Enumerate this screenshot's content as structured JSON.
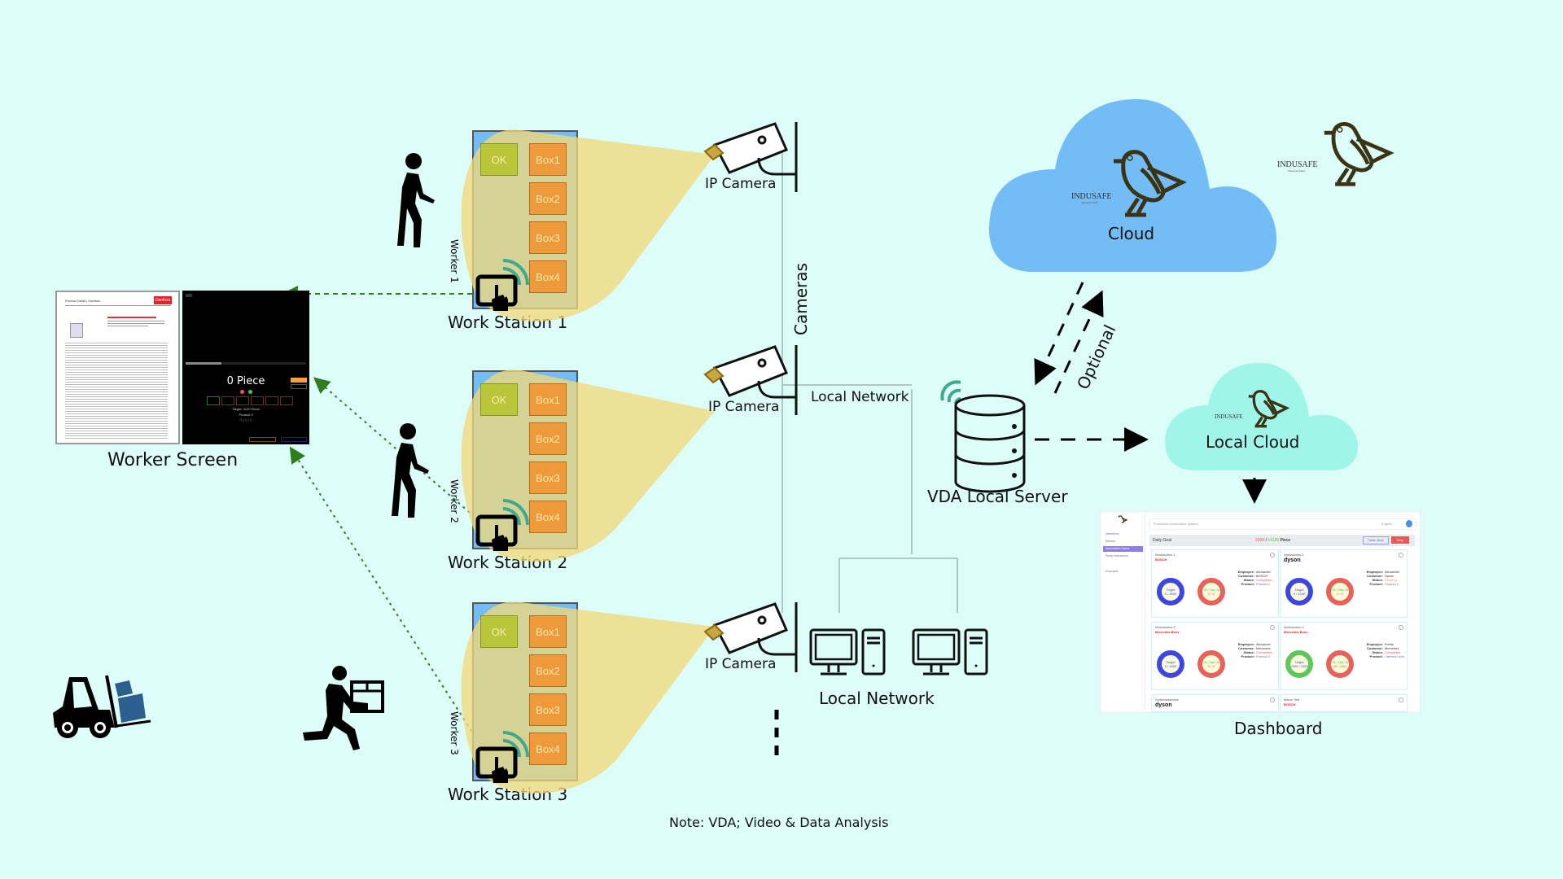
{
  "colors": {
    "background": "#dcfdf8",
    "workstation_fill": "#74bcf5",
    "box_fill": "#ee9a3b",
    "ok_fill": "#b9c63a",
    "camera_beam": "#f1d97a",
    "cloud": "#74bcf5",
    "local_cloud": "#9ff6e8",
    "wifi": "#3fa88e",
    "dotted_link": "#2e7d1f",
    "logo": "#3a3416"
  },
  "worker_screen": {
    "label": "Worker Screen",
    "document_title": "Product Detail | Danfoss",
    "brand": "Danfoss",
    "piece_count": "0 Piece",
    "target": "Target: 4120 Piece",
    "product": "Product 3",
    "customer_logo": "dyson"
  },
  "workstations": [
    {
      "label": "Work Station 1",
      "worker": "Worker 1",
      "ok": "OK",
      "boxes": [
        "Box1",
        "Box2",
        "Box3",
        "Box4"
      ]
    },
    {
      "label": "Work Station 2",
      "worker": "Worker 2",
      "ok": "OK",
      "boxes": [
        "Box1",
        "Box2",
        "Box3",
        "Box4"
      ]
    },
    {
      "label": "Work Station 3",
      "worker": "Worker 3",
      "ok": "OK",
      "boxes": [
        "Box1",
        "Box2",
        "Box3",
        "Box4"
      ]
    }
  ],
  "cameras": [
    {
      "label": "IP Camera"
    },
    {
      "label": "IP Camera"
    },
    {
      "label": "IP Camera"
    }
  ],
  "network": {
    "cameras_label": "Cameras",
    "local_network_top": "Local Network",
    "local_network_bottom": "Local Network"
  },
  "server": {
    "label": "VDA Local Server"
  },
  "cloud": {
    "label": "Cloud",
    "brand": "INDUSAFE",
    "tagline": "Industrial Safety"
  },
  "optional_label": "Optional",
  "logo": {
    "brand": "INDUSAFE",
    "tagline": "Industrial Safety"
  },
  "local_cloud": {
    "label": "Local Cloud",
    "brand": "INDUSAFE",
    "tagline": "Industrial Safety"
  },
  "dashboard": {
    "label": "Dashboard",
    "app_title": "Production Automation System",
    "language": "English",
    "daily_goal_label": "Daily Goal",
    "daily_goal_done": "3300",
    "daily_goal_total": "14180",
    "daily_goal_unit": "Piece",
    "table_view": "Table View",
    "stop": "Stop",
    "sidebar": [
      "Definitions",
      "Reports",
      "Workstation Status",
      "Study Instructions",
      "Employee"
    ],
    "cards": [
      {
        "title": "Workstation-1",
        "customer_logo": "BOSCH",
        "employee": "Alexander",
        "customer": "BOSCH",
        "status": "Completed",
        "product": "Product 1",
        "target": "0 / 3500",
        "ok_notok": "0 / 0"
      },
      {
        "title": "Workstation-2",
        "customer_logo": "dyson",
        "employee": "Alexander",
        "customer": "Dyson",
        "status": "Pending",
        "product": "Product 2",
        "target": "0 / 1240",
        "ok_notok": "0 / 0"
      },
      {
        "title": "Workstation-3",
        "customer_logo": "Mercedes-Benz",
        "employee": "Alexander",
        "customer": "Mercedes",
        "status": "Completed",
        "product": "Product 2",
        "target": "0 / 1500",
        "ok_notok": "0 / 0"
      },
      {
        "title": "Workstation-4",
        "customer_logo": "Mercedes-Benz",
        "employee": "Emilia",
        "customer": "Mercedes",
        "status": "Completed",
        "product": "Camera Lens",
        "target": "2300 / 2300",
        "ok_notok": "49 / 2251"
      },
      {
        "title": "Sortiermaschine",
        "customer_logo": "dyson"
      },
      {
        "title": "Marco Test",
        "customer_logo": "BOSCH"
      }
    ],
    "field_labels": {
      "employee": "Employee:",
      "customer": "Customer:",
      "status": "Status:",
      "product": "Product:"
    },
    "ring_labels": {
      "target": "Target",
      "ok_notok": "Ok / Not Ok"
    }
  },
  "note": "Note: VDA; Video & Data Analysis"
}
